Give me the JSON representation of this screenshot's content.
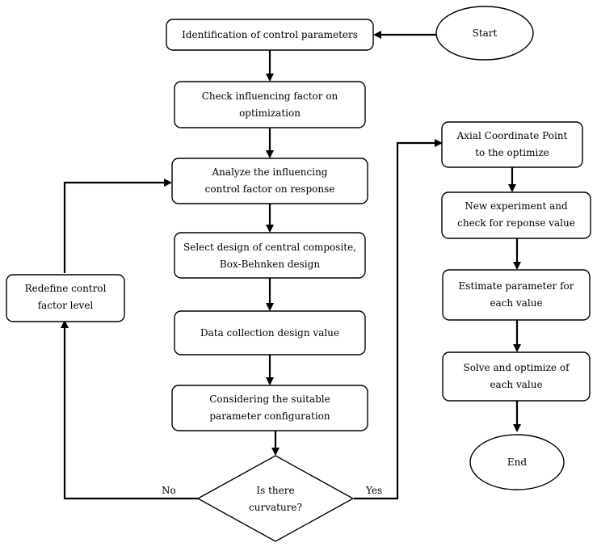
{
  "nodes": {
    "start": {
      "lines": [
        "Start"
      ]
    },
    "identify": {
      "lines": [
        "Identification of control parameters"
      ]
    },
    "check_factor": {
      "lines": [
        "Check influencing factor on",
        "optimization"
      ]
    },
    "analyze": {
      "lines": [
        "Analyze the influencing",
        "control factor on response"
      ]
    },
    "select_design": {
      "lines": [
        "Select design of central composite,",
        "Box-Behnken design"
      ]
    },
    "data_collection": {
      "lines": [
        "Data collection design value"
      ]
    },
    "considering": {
      "lines": [
        "Considering the suitable",
        "parameter configuration"
      ]
    },
    "decision": {
      "lines": [
        "Is there",
        "curvature?"
      ]
    },
    "redefine": {
      "lines": [
        "Redefine control",
        "factor level"
      ]
    },
    "axial": {
      "lines": [
        "Axial Coordinate Point",
        "to the optimize"
      ]
    },
    "new_experiment": {
      "lines": [
        "New experiment and",
        "check for reponse value"
      ]
    },
    "estimate": {
      "lines": [
        "Estimate parameter for",
        "each value"
      ]
    },
    "solve": {
      "lines": [
        "Solve and optimize of",
        "each value"
      ]
    },
    "end": {
      "lines": [
        "End"
      ]
    }
  },
  "edge_labels": {
    "no": "No",
    "yes": "Yes"
  },
  "colors": {
    "stroke": "#000000",
    "fill": "#ffffff",
    "text": "#000000"
  }
}
